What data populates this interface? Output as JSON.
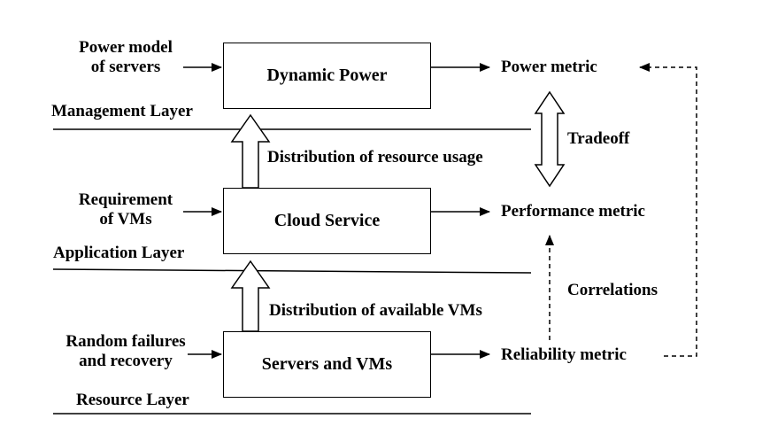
{
  "layers": {
    "management": "Management Layer",
    "application": "Application Layer",
    "resource": "Resource Layer"
  },
  "boxes": {
    "dynamic_power": "Dynamic Power",
    "cloud_service": "Cloud Service",
    "servers_vms": "Servers and VMs"
  },
  "inputs": {
    "power_model_line1": "Power model",
    "power_model_line2": "of servers",
    "requirement_line1": "Requirement",
    "requirement_line2": "of VMs",
    "failures_line1": "Random failures",
    "failures_line2": "and recovery"
  },
  "metrics": {
    "power": "Power metric",
    "performance": "Performance metric",
    "reliability": "Reliability metric"
  },
  "flows": {
    "resource_usage": "Distribution of resource usage",
    "available_vms": "Distribution of available VMs"
  },
  "relations": {
    "tradeoff": "Tradeoff",
    "correlations": "Correlations"
  }
}
